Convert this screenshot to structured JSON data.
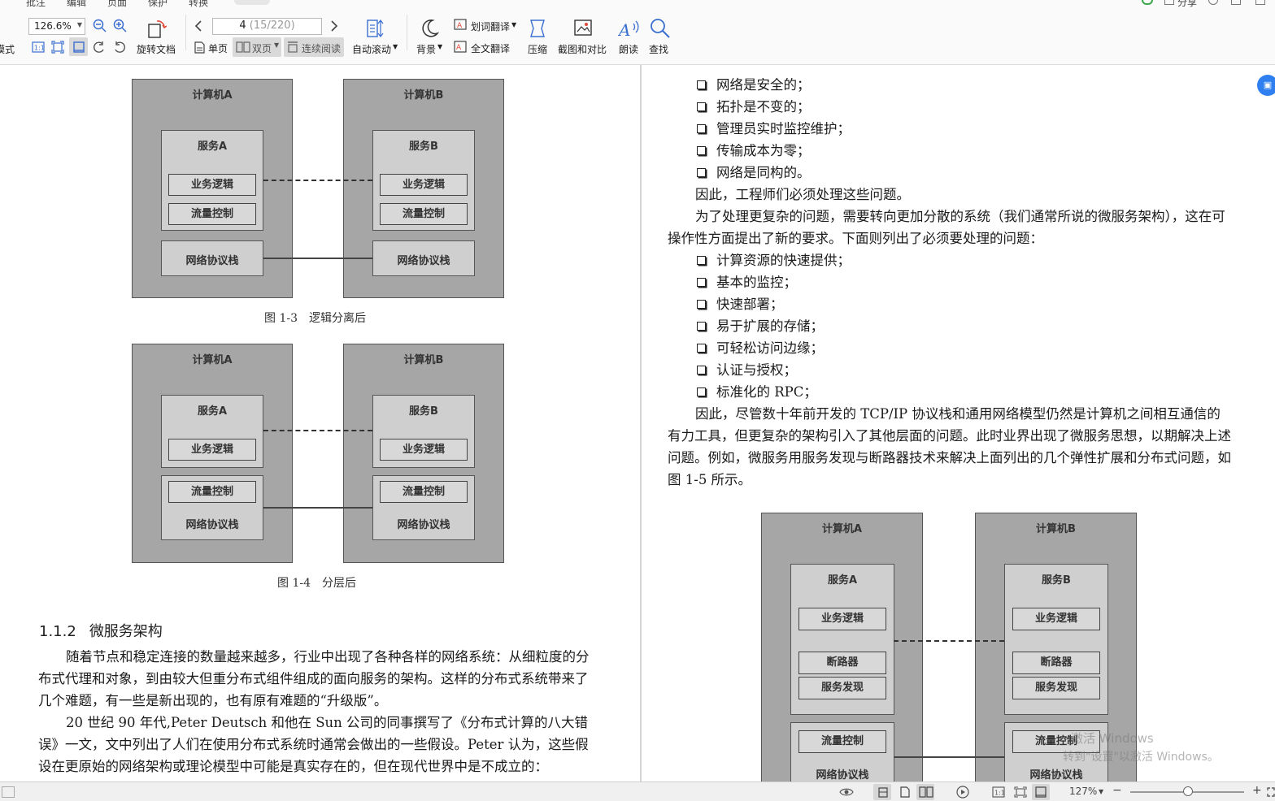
{
  "toolbar": {
    "menu_items": [
      "批注",
      "编辑",
      "页面",
      "保护",
      "转换"
    ],
    "mode_label": "模式",
    "zoom_value": "126.6%",
    "rotate_label": "旋转文档",
    "page_current": "4",
    "page_total": "(15/220)",
    "single_page_label": "单页",
    "double_page_label": "双页",
    "continuous_label": "连续阅读",
    "auto_scroll_label": "自动滚动",
    "background_label": "背景",
    "word_translate_label": "划词翻译",
    "full_translate_label": "全文翻译",
    "compress_label": "压缩",
    "screenshot_compare_label": "截图和对比",
    "read_aloud_label": "朗读",
    "find_label": "查找",
    "share_label": "分享"
  },
  "left_page": {
    "figure3": {
      "machine_a": "计算机A",
      "machine_b": "计算机B",
      "service_a": "服务A",
      "service_b": "服务B",
      "business_logic": "业务逻辑",
      "flow_control": "流量控制",
      "network_stack": "网络协议栈",
      "caption": "图 1-3　逻辑分离后"
    },
    "figure4": {
      "machine_a": "计算机A",
      "machine_b": "计算机B",
      "service_a": "服务A",
      "service_b": "服务B",
      "business_logic": "业务逻辑",
      "flow_control": "流量控制",
      "network_stack": "网络协议栈",
      "caption": "图 1-4　分层后"
    },
    "section_number": "1.1.2",
    "section_title": "微服务架构",
    "paragraph1": "随着节点和稳定连接的数量越来越多，行业中出现了各种各样的网络系统：从细粒度的分布式代理和对象，到由较大但重分布式组件组成的面向服务的架构。这样的分布式系统带来了几个难题，有一些是新出现的，也有原有难题的“升级版”。",
    "paragraph2": "20 世纪 90 年代,Peter Deutsch 和他在 Sun 公司的同事撰写了《分布式计算的八大错误》一文，文中列出了人们在使用分布式系统时通常会做出的一些假设。Peter 认为，这些假设在更原始的网络架构或理论模型中可能是真实存在的，但在现代世界中是不成立的："
  },
  "right_page": {
    "bullets_top": [
      "网络是安全的；",
      "拓扑是不变的；",
      "管理员实时监控维护；",
      "传输成本为零；",
      "网络是同构的。"
    ],
    "paragraph1": "因此，工程师们必须处理这些问题。",
    "paragraph2": "为了处理更复杂的问题，需要转向更加分散的系统（我们通常所说的微服务架构），这在可操作性方面提出了新的要求。下面则列出了必须要处理的问题：",
    "bullets_mid": [
      "计算资源的快速提供；",
      "基本的监控；",
      "快速部署；",
      "易于扩展的存储；",
      "可轻松访问边缘；",
      "认证与授权；",
      "标准化的 RPC；"
    ],
    "paragraph3": "因此，尽管数十年前开发的 TCP/IP 协议栈和通用网络模型仍然是计算机之间相互通信的有力工具，但更复杂的架构引入了其他层面的问题。此时业界出现了微服务思想，以期解决上述问题。例如，微服务用服务发现与断路器技术来解决上面列出的几个弹性扩展和分布式问题，如图 1-5 所示。",
    "figure5": {
      "machine_a": "计算机A",
      "machine_b": "计算机B",
      "service_a": "服务A",
      "service_b": "服务B",
      "business_logic": "业务逻辑",
      "circuit_breaker": "断路器",
      "service_discovery": "服务发现",
      "flow_control": "流量控制",
      "network_stack": "网络协议栈"
    },
    "watermark_line1": "激活 Windows",
    "watermark_line2": "转到\"设置\"以激活 Windows。"
  },
  "statusbar": {
    "zoom": "127%"
  },
  "colors": {
    "accent": "#2f7ff0",
    "diagram_outer": "#a6a6a6",
    "diagram_inner": "#cfcfcf"
  }
}
